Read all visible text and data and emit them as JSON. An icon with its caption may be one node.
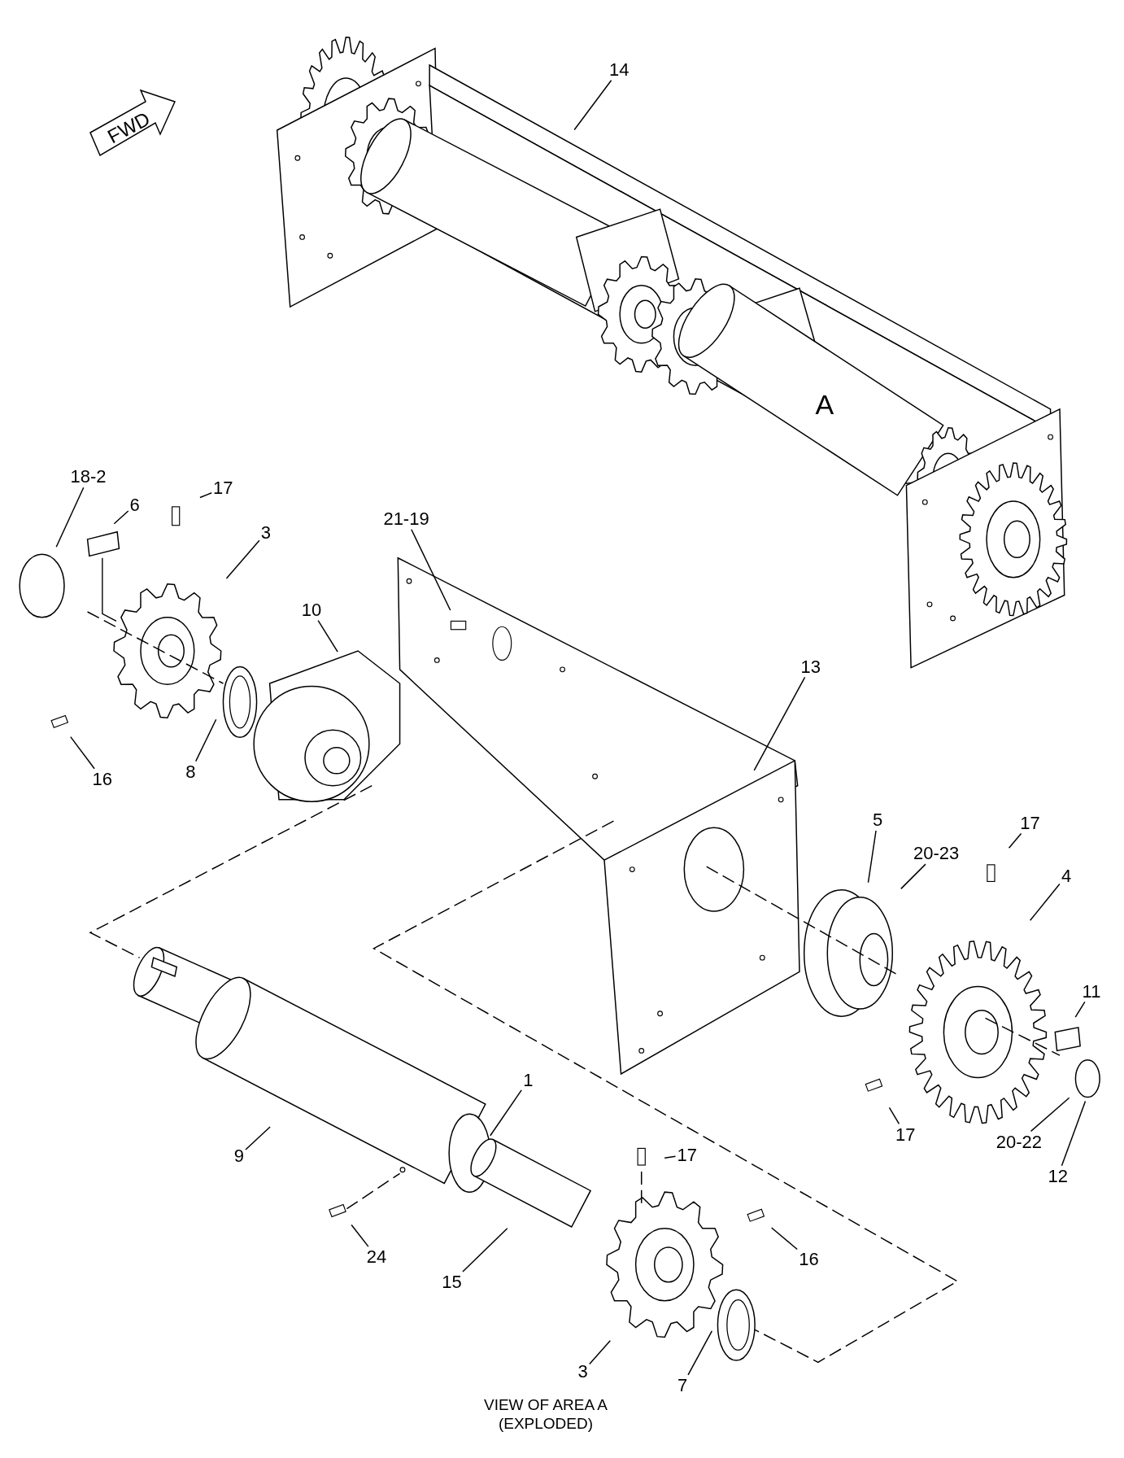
{
  "diagram": {
    "caption": "VIEW OF AREA A (EXPLODED)",
    "nodes": [
      {
        "text": [
          "FWD"
        ]
      },
      {
        "text": [
          "14"
        ]
      },
      {
        "text": [
          "18-2"
        ]
      },
      {
        "text": [
          "6"
        ]
      },
      {
        "text": [
          "17"
        ]
      },
      {
        "text": [
          "3"
        ]
      },
      {
        "text": [
          "21-19"
        ]
      },
      {
        "text": [
          "10"
        ]
      },
      {
        "text": [
          "13"
        ]
      },
      {
        "text": [
          "16"
        ]
      },
      {
        "text": [
          "8"
        ]
      },
      {
        "text": [
          "5"
        ]
      },
      {
        "text": [
          "17"
        ]
      },
      {
        "text": [
          "20-23"
        ]
      },
      {
        "text": [
          "4"
        ]
      },
      {
        "text": [
          "11"
        ]
      },
      {
        "text": [
          "17"
        ]
      },
      {
        "text": [
          "20-22"
        ]
      },
      {
        "text": [
          "12"
        ]
      },
      {
        "text": [
          "1"
        ]
      },
      {
        "text": [
          "9"
        ]
      },
      {
        "text": [
          "17"
        ]
      },
      {
        "text": [
          "24"
        ]
      },
      {
        "text": [
          "16"
        ]
      },
      {
        "text": [
          "15"
        ]
      },
      {
        "text": [
          "3"
        ]
      },
      {
        "text": [
          "7"
        ]
      }
    ],
    "edges": [
      {
        "from": 1,
        "to": null,
        "arrow": "none"
      },
      {
        "from": 2,
        "to": null,
        "arrow": "none"
      },
      {
        "from": 3,
        "to": null,
        "arrow": "none"
      },
      {
        "from": 4,
        "to": null,
        "arrow": "none"
      },
      {
        "from": 5,
        "to": null,
        "arrow": "none"
      },
      {
        "from": 6,
        "to": null,
        "arrow": "none"
      },
      {
        "from": 7,
        "to": null,
        "arrow": "none"
      },
      {
        "from": 8,
        "to": null,
        "arrow": "none"
      },
      {
        "from": 9,
        "to": null,
        "arrow": "none"
      },
      {
        "from": 10,
        "to": null,
        "arrow": "none"
      },
      {
        "from": 11,
        "to": null,
        "arrow": "none"
      },
      {
        "from": 12,
        "to": null,
        "arrow": "none"
      },
      {
        "from": 13,
        "to": null,
        "arrow": "none"
      },
      {
        "from": 14,
        "to": null,
        "arrow": "none"
      },
      {
        "from": 15,
        "to": null,
        "arrow": "none"
      },
      {
        "from": 16,
        "to": null,
        "arrow": "none"
      },
      {
        "from": 17,
        "to": null,
        "arrow": "none"
      },
      {
        "from": 18,
        "to": null,
        "arrow": "none"
      },
      {
        "from": 19,
        "to": null,
        "arrow": "none"
      },
      {
        "from": 20,
        "to": null,
        "arrow": "none"
      },
      {
        "from": 21,
        "to": null,
        "arrow": "none"
      },
      {
        "from": 22,
        "to": null,
        "arrow": "none"
      },
      {
        "from": 23,
        "to": null,
        "arrow": "none"
      },
      {
        "from": 24,
        "to": null,
        "arrow": "none"
      },
      {
        "from": 25,
        "to": null,
        "arrow": "none"
      },
      {
        "from": 26,
        "to": null,
        "arrow": "none"
      }
    ],
    "labels": [
      "A"
    ]
  }
}
